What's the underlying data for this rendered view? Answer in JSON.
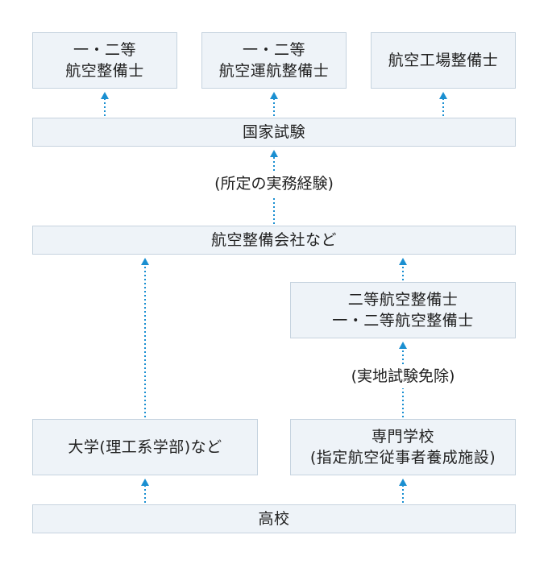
{
  "qualifications": [
    {
      "line1": "一・二等",
      "line2": "航空整備士"
    },
    {
      "line1": "一・二等",
      "line2": "航空運航整備士"
    },
    {
      "line1": "航空工場整備士",
      "line2": ""
    }
  ],
  "national_exam": "国家試験",
  "experience_label": "(所定の実務経験)",
  "company": "航空整備会社など",
  "grade2_box": {
    "line1": "二等航空整備士",
    "line2": "一・二等航空整備士"
  },
  "exemption_label": "(実地試験免除)",
  "university": "大学(理工系学部)など",
  "vocational": {
    "line1": "専門学校",
    "line2": "(指定航空従事者養成施設)"
  },
  "high_school": "高校",
  "colors": {
    "box_fill": "#eef3f8",
    "box_border": "#c6d3df",
    "arrow": "#1a8fd1"
  }
}
